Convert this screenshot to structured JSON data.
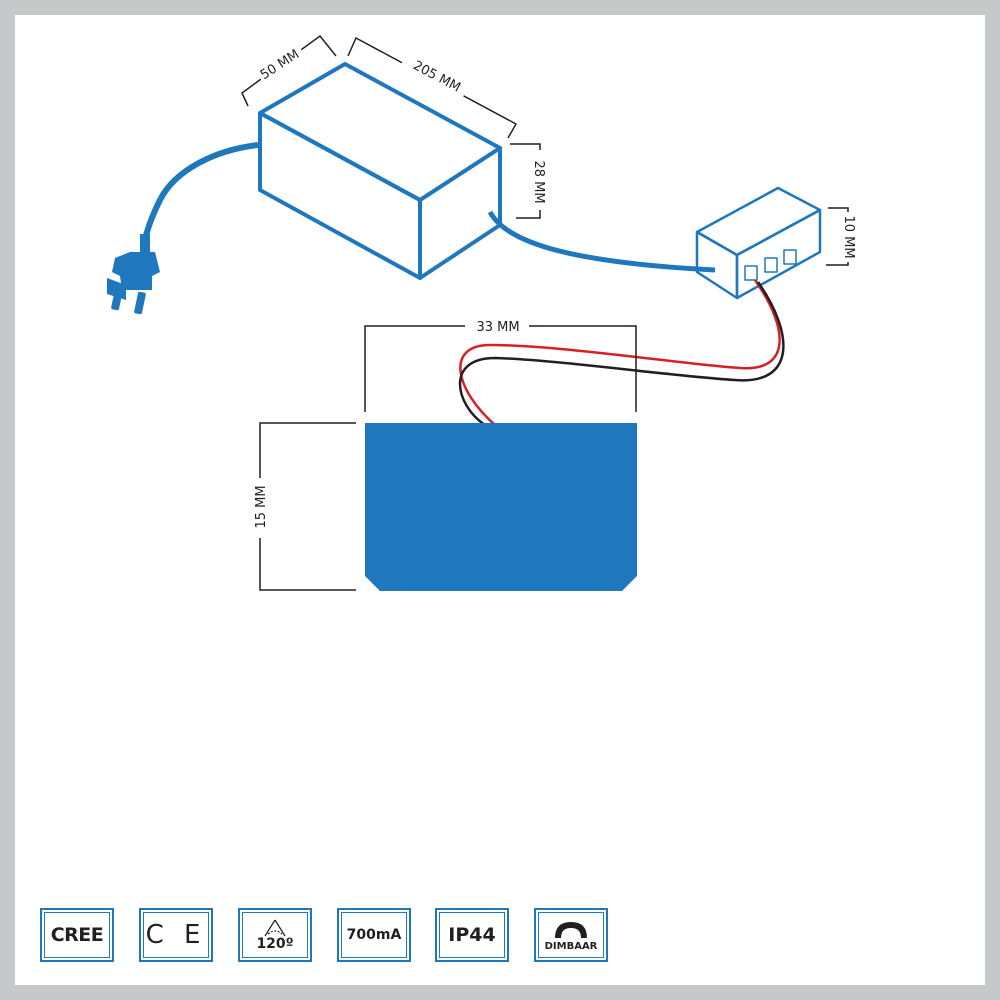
{
  "dimensions": {
    "driver_depth": "50 MM",
    "driver_length": "205 MM",
    "driver_height": "28 MM",
    "connector_height": "10 MM",
    "spot_width": "33 MM",
    "spot_height": "15 MM"
  },
  "colors": {
    "primary_blue": "#1f78bd",
    "wire_red": "#d71f26",
    "wire_black": "#231f20",
    "frame_gray": "#c6c8ca"
  },
  "badges": [
    {
      "id": "cree",
      "label": "CREE"
    },
    {
      "id": "ce",
      "label": "C E"
    },
    {
      "id": "beam-angle",
      "label": "120º",
      "icon": "beam-angle-icon"
    },
    {
      "id": "current",
      "label": "700mA"
    },
    {
      "id": "ip-rating",
      "label": "IP44"
    },
    {
      "id": "dimmable",
      "label": "DIMBAAR",
      "icon": "dimmer-icon"
    }
  ]
}
